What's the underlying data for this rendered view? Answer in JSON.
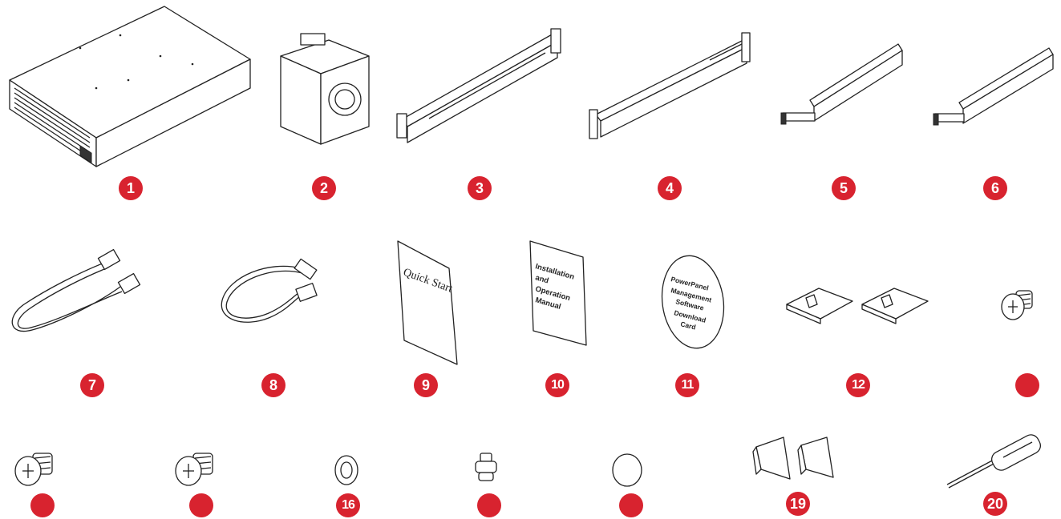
{
  "badges": {
    "b1": "1",
    "b2": "2",
    "b3": "3",
    "b4": "4",
    "b5": "5",
    "b6": "6",
    "b7": "7",
    "b8": "8",
    "b9": "9",
    "b10": "10",
    "b11": "11",
    "b12": "12",
    "b13": "",
    "b14": "",
    "b15": "",
    "b16": "16",
    "b17": "",
    "b18": "",
    "b19": "19",
    "b20": "20"
  },
  "labels": {
    "quick_start": "Quick Start",
    "manual_line1": "Installation",
    "manual_line2": "and",
    "manual_line3": "Operation",
    "manual_line4": "Manual",
    "card_line1": "PowerPanel",
    "card_line2": "Management",
    "card_line3": "Software",
    "card_line4": "Download",
    "card_line5": "Card"
  },
  "colors": {
    "badge_red": "#d8232f",
    "line_art": "#222222",
    "background": "#ffffff"
  },
  "icons": {
    "item1": "ups-unit-icon",
    "item2": "battery-module-icon",
    "item3": "rail-long-icon",
    "item4": "rail-long-icon",
    "item5": "rail-short-icon",
    "item6": "rail-short-icon",
    "item7": "network-cable-icon",
    "item8": "power-cord-icon",
    "item9": "quick-start-guide-icon",
    "item10": "manual-icon",
    "item11": "software-card-icon",
    "item12": "mounting-bracket-pair-icon",
    "item13": "screw-icon",
    "item14": "screw-icon",
    "item15": "screw-icon",
    "item16": "washer-icon",
    "item17": "cage-nut-icon",
    "item18": "foot-pad-icon",
    "item19": "foot-bracket-pair-icon",
    "item20": "screwdriver-icon"
  }
}
